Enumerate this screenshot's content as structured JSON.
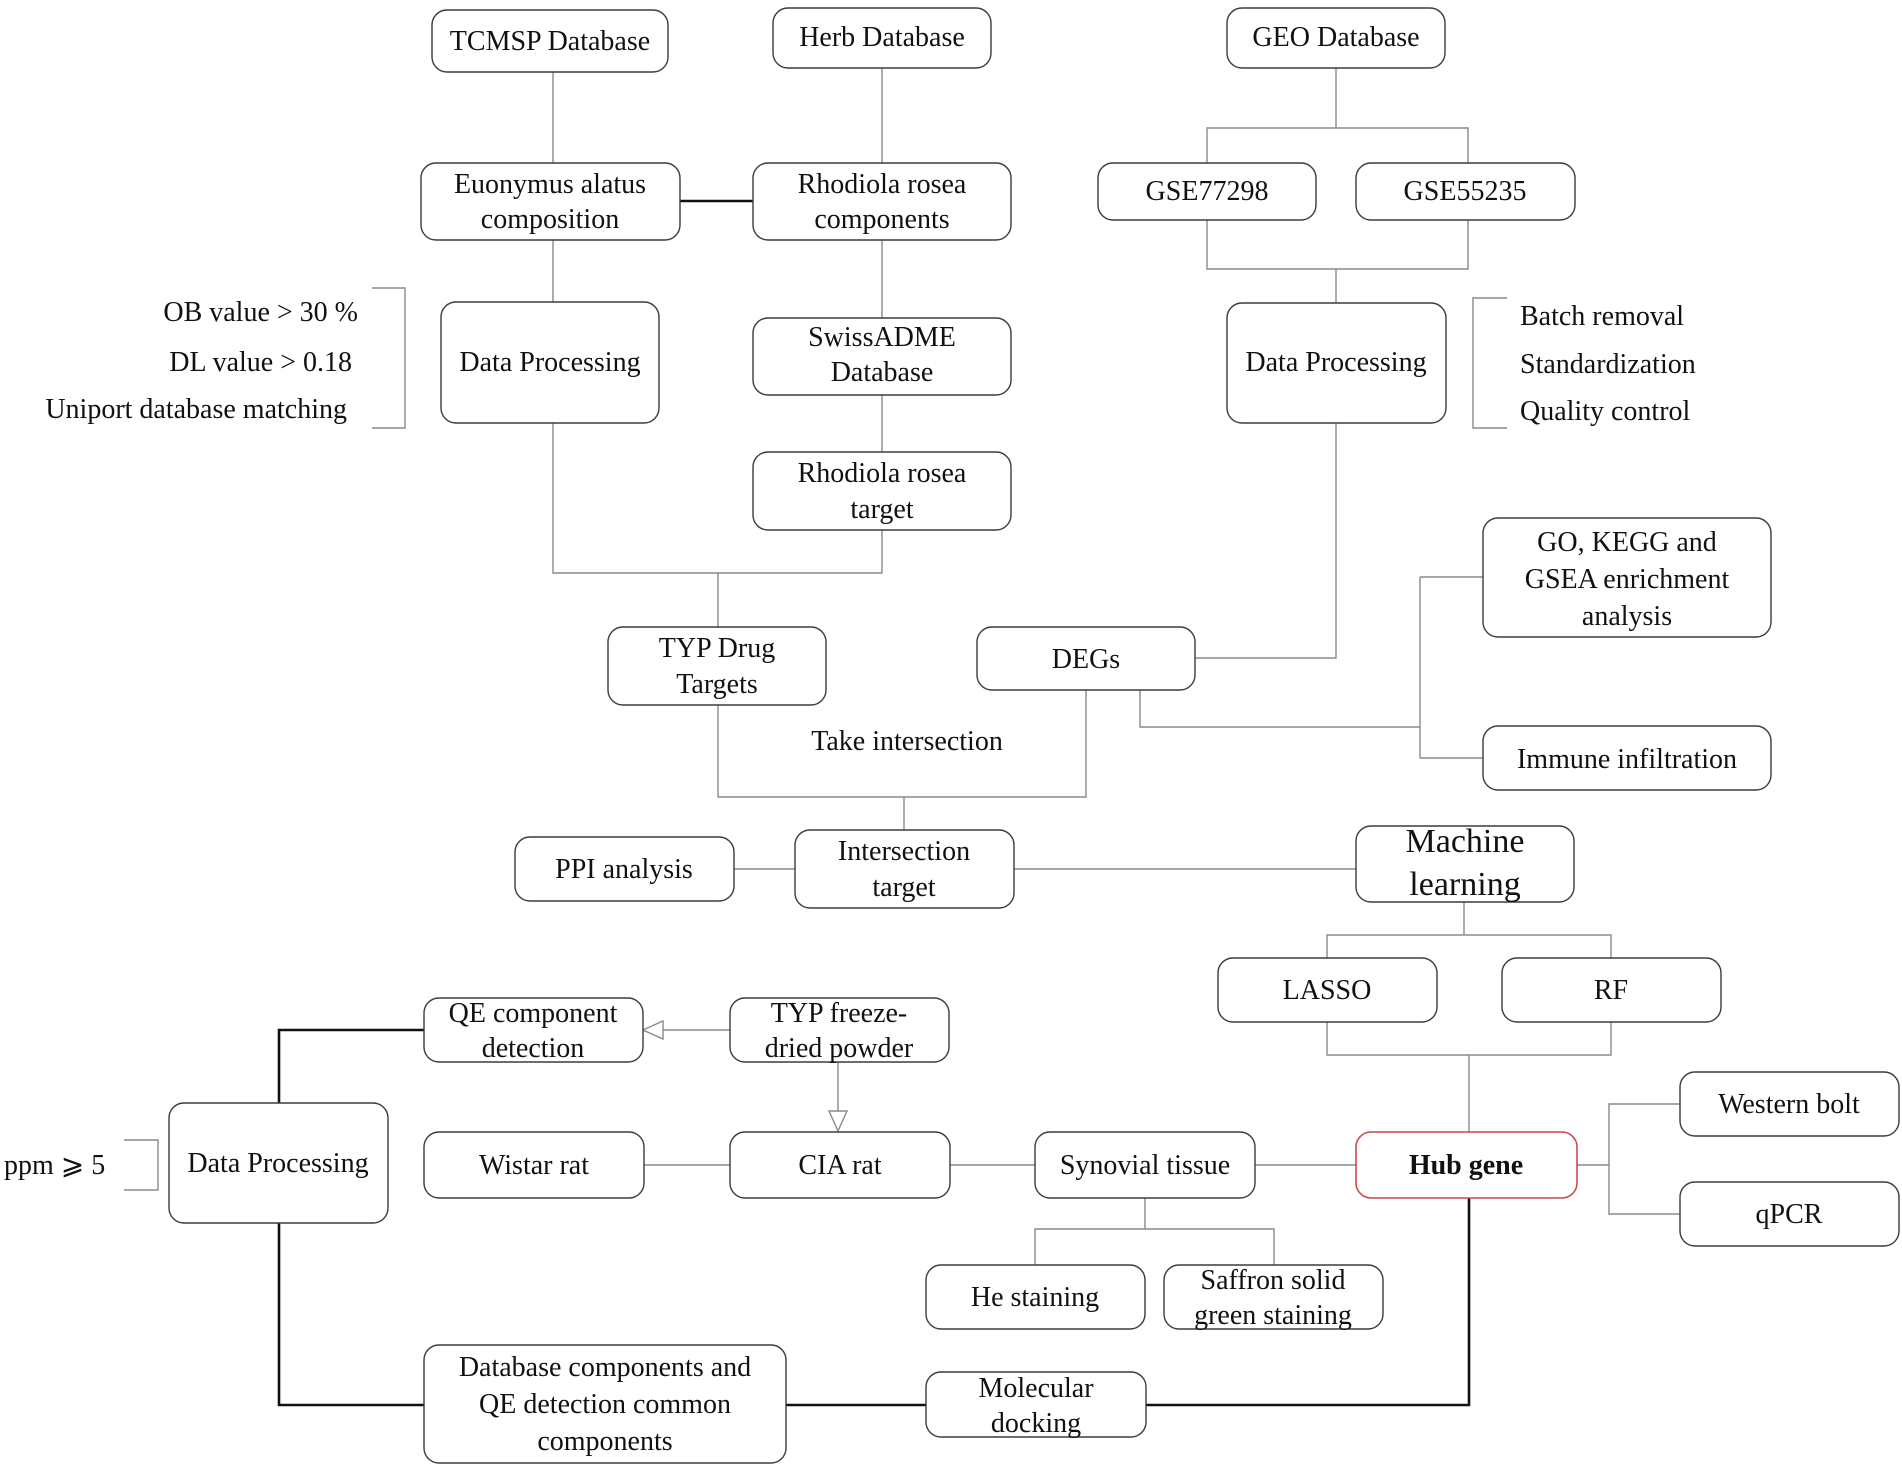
{
  "nodes": {
    "tcmsp_db": "TCMSP Database",
    "herb_db": "Herb Database",
    "geo_db": "GEO Database",
    "euonymus": [
      "Euonymus alatus",
      "composition"
    ],
    "rhodiola_components": [
      "Rhodiola rosea",
      "components"
    ],
    "gse77298": "GSE77298",
    "gse55235": "GSE55235",
    "data_processing_left": "Data Processing",
    "swissadme": [
      "SwissADME",
      "Database"
    ],
    "data_processing_right": "Data Processing",
    "rhodiola_target": [
      "Rhodiola rosea",
      "target"
    ],
    "go_kegg": [
      "GO, KEGG and",
      "GSEA enrichment",
      "analysis"
    ],
    "typ_drug_targets": [
      "TYP Drug",
      "Targets"
    ],
    "degs": "DEGs",
    "immune_infiltration": "Immune infiltration",
    "ppi_analysis": "PPI analysis",
    "intersection_target": [
      "Intersection",
      "target"
    ],
    "machine_learning": [
      "Machine",
      "learning"
    ],
    "lasso": "LASSO",
    "rf": "RF",
    "qe_detection": [
      "QE component",
      "detection"
    ],
    "typ_powder": [
      "TYP freeze-",
      "dried powder"
    ],
    "data_processing_bottom": "Data Processing",
    "western_bolt": "Western bolt",
    "wistar_rat": "Wistar rat",
    "cia_rat": "CIA rat",
    "synovial_tissue": "Synovial tissue",
    "hub_gene": "Hub gene",
    "qpcr": "qPCR",
    "he_staining": "He staining",
    "saffron_staining": [
      "Saffron solid",
      "green staining"
    ],
    "db_qe_common": [
      "Database components and",
      "QE detection common",
      "components"
    ],
    "molecular_docking": [
      "Molecular",
      "docking"
    ]
  },
  "notes": {
    "left_criteria": [
      "OB value > 30 %",
      "DL value > 0.18",
      "Uniport database matching"
    ],
    "right_steps": [
      "Batch removal",
      "Standardization",
      "Quality control"
    ],
    "take_intersection": "Take intersection",
    "ppm": "ppm ⩾ 5"
  },
  "colors": {
    "hub_border": "#cc4a4a",
    "line": "#8a8a8a",
    "bold_line": "#111111"
  }
}
